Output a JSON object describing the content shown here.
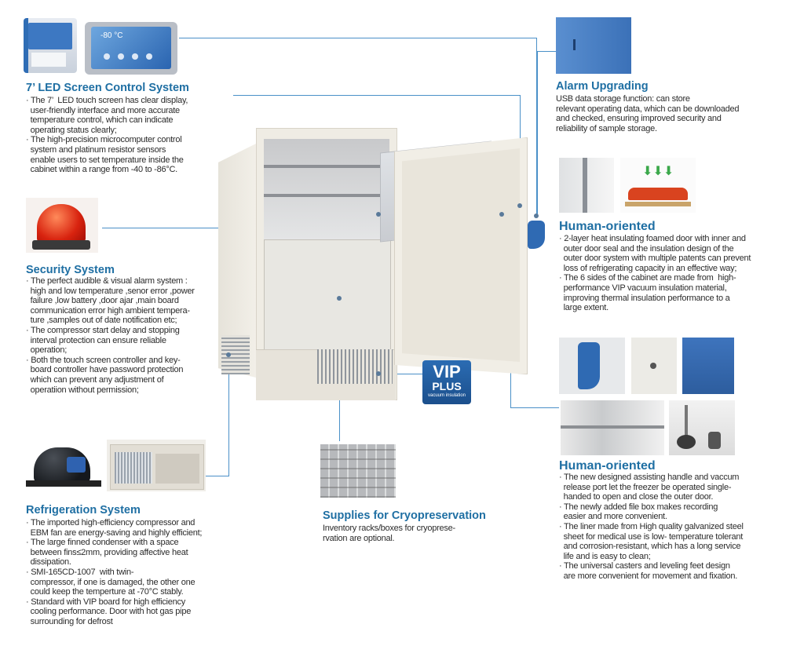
{
  "colors": {
    "accent": "#1f6fa3",
    "line": "#4a90c8",
    "text": "#2b2b2b"
  },
  "led": {
    "title": "7’ LED Screen Control System",
    "lines": [
      "· The 7’  LED touch screen has clear display,",
      "  user-friendly interface and more accurate",
      "  temperature control, which can indicate",
      "  operating status clearly;",
      "· The high-precision microcomputer control",
      "  system and platinum resistor sensors",
      "  enable users to set temperature inside the",
      "  cabinet within a range from -40 to -86°C."
    ]
  },
  "security": {
    "title": "Security System",
    "lines": [
      "· The perfect audible & visual alarm system :",
      "  high and low temperature ,senor error ,power",
      "  failure ,low battery ,door ajar ,main board",
      "  communication error high ambient tempera-",
      "  ture ,samples out of date notification etc;",
      "· The compressor start delay and stopping",
      "  interval protection can ensure reliable",
      "  operation;",
      "· Both the touch screen controller and key-",
      "  board controller have password protection",
      "  which can prevent any adjustment of",
      "  operatiion without permission;"
    ]
  },
  "refrigeration": {
    "title": "Refrigeration System",
    "lines": [
      "· The imported high-efficiency compressor and",
      "  EBM fan are energy-saving and highly efficient;",
      "· The large finned condenser with a space",
      "  between fins≤2mm, providing affective heat",
      "  dissipation.",
      "· SMI-165CD-1007  with twin-",
      "  compressor, if one is damaged, the other one",
      "  could keep the temperture at -70°C stably.",
      "· Standard with VIP board for high efficiency",
      "  cooling performance. Door with hot gas pipe",
      "  surrounding for defrost"
    ]
  },
  "supplies": {
    "title": "Supplies for Cryopreservation",
    "lines": [
      "Inventory racks/boxes for cryoprese-",
      "rvation are optional."
    ]
  },
  "alarm": {
    "title": "Alarm Upgrading",
    "lines": [
      "USB data storage function: can store",
      "relevant operating data, which can be downloaded",
      "and checked, ensuring improved security and",
      "reliability of sample storage."
    ]
  },
  "human1": {
    "title": "Human-oriented",
    "lines": [
      "· 2-layer heat insulating foamed door with inner and",
      "  outer door seal and the insulation design of the",
      "  outer door system with multiple patents can prevent",
      "  loss of refrigerating capacity in an effective way;",
      "· The 6 sides of the cabinet are made from  high-",
      "  performance VIP vacuum insulation material,",
      "  improving thermal insulation performance to a",
      "  large extent."
    ]
  },
  "human2": {
    "title": "Human-oriented",
    "lines": [
      "· The new designed assisting handle and vaccum",
      "  release port let the freezer be operated single-",
      "  handed to open and close the outer door.",
      "· The newly added file box makes recording",
      "  easier and more convenient.",
      "· The liner made from High quality galvanized steel",
      "  sheet for medical use is low- temperature tolerant",
      "  and corrosion-resistant, which has a long service",
      "  life and is easy to clean;",
      "· The universal casters and leveling feet design",
      "  are more convenient for movement and fixation."
    ]
  },
  "vip_badge": {
    "line1": "VIP",
    "line2": "PLUS",
    "line3": "vacuum insulation"
  },
  "lcd": {
    "reading": "-80 °C"
  }
}
